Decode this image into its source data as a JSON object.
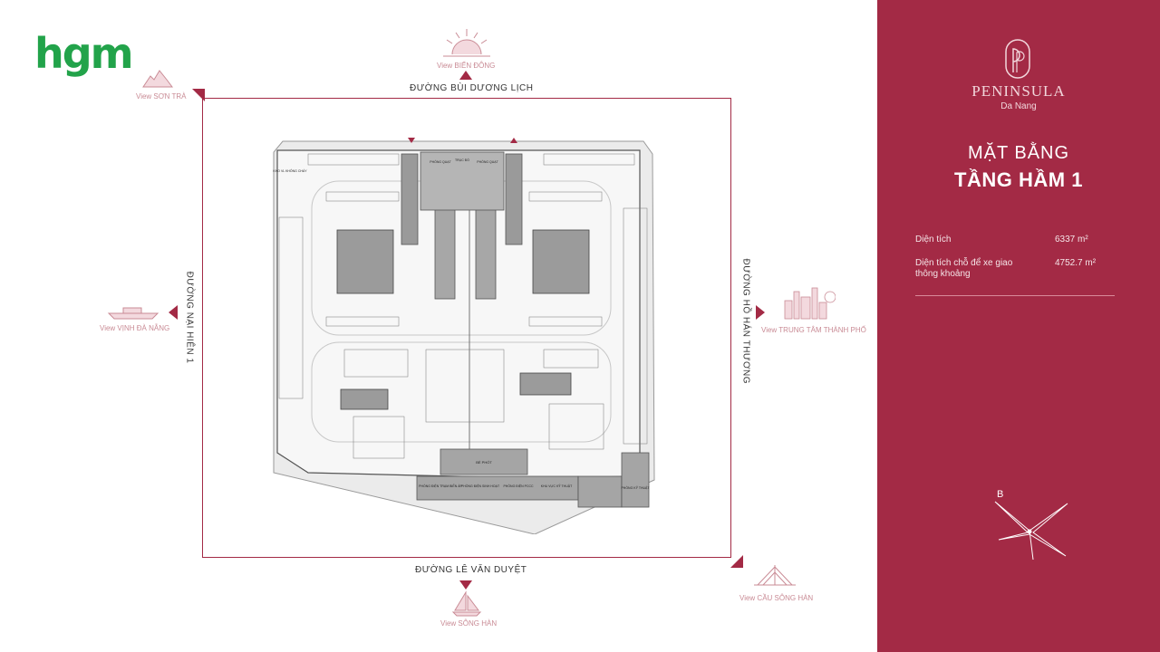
{
  "logo": {
    "text": "hgm",
    "color": "#22a34a"
  },
  "views": {
    "bien_dong": "View BIỂN ĐÔNG",
    "son_tra": "View SƠN TRÀ",
    "vinh_da_nang": "View VỊNH ĐÀ NẴNG",
    "trung_tam": "View TRUNG TÂM THÀNH PHỐ",
    "cau_song_han": "View CẦU SÔNG HÀN",
    "song_han": "View SÔNG HÀN"
  },
  "streets": {
    "top": "ĐƯỜNG BÙI DƯƠNG LỊCH",
    "bottom": "ĐƯỜNG LÊ VĂN DUYỆT",
    "left": "ĐƯỜNG NẠI HIÊN 1",
    "right": "ĐƯỜNG HỒ HÁN THƯƠNG"
  },
  "plan_labels": {
    "bo_phot": "BỂ PHỐT",
    "phong_quat": "PHÒNG QUẠT",
    "truc_do": "TRỤC ĐỔ",
    "phong_quat_2": "PHÒNG QUẠT",
    "kho_ngoai": "KHO VL KHÔNG CHÁY",
    "tram_bien_ap": "PHÒNG ĐIỆN TRẠM BIẾN ÁP",
    "phong_dien_sinh_hoat": "PHÒNG ĐIỆN SINH HOẠT",
    "phong_dien_pccc": "PHÒNG ĐIỆN PCCC",
    "kho_ky_thuat": "KHU VỰC KỸ THUẬT",
    "phong_ky_thuat": "PHÒNG KỸ THUẬT"
  },
  "panel": {
    "background": "#a32a45",
    "brand": "PENINSULA",
    "brand_sub": "Da Nang",
    "title_line1": "MẶT BẰNG",
    "title_line2": "TẦNG HẦM 1",
    "specs": [
      {
        "label": "Diện tích",
        "value": "6337 m²"
      },
      {
        "label": "Diện tích chỗ để xe giao thông khoảng",
        "value": "4752.7 m²"
      }
    ],
    "compass_label": "B"
  }
}
